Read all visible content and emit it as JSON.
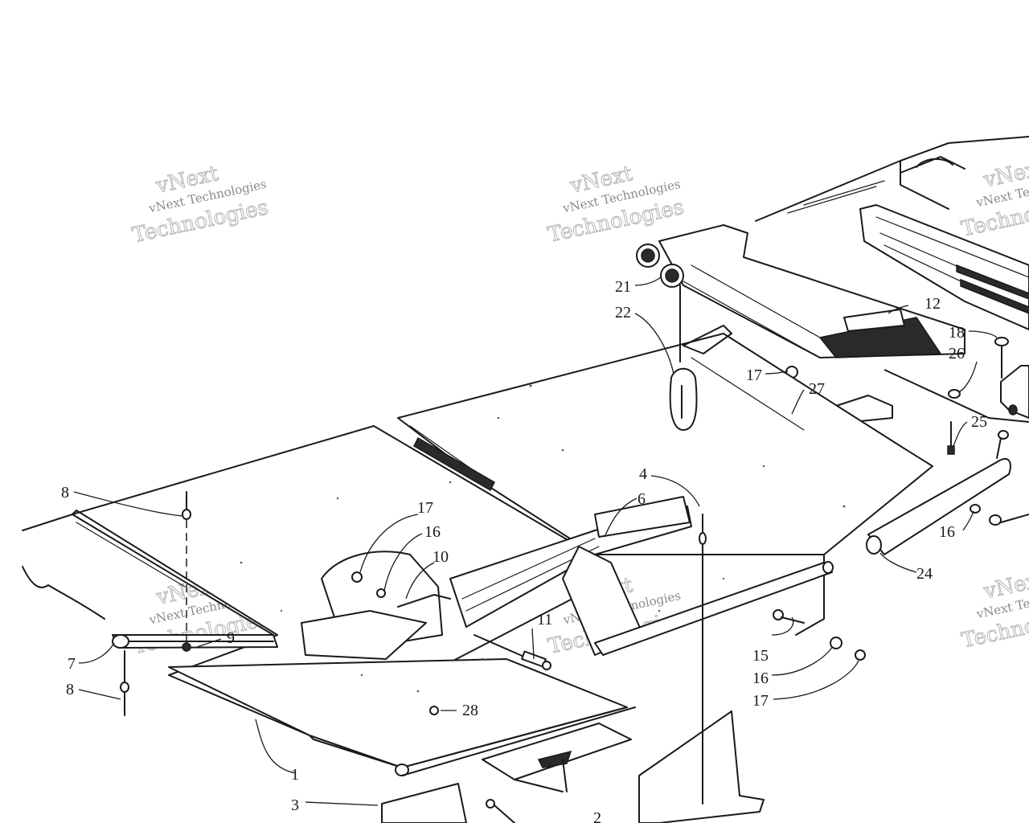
{
  "watermark": {
    "line1": "vNext Technologies",
    "line2": "Technologies",
    "line3": "vNext"
  },
  "callouts": {
    "c1": "1",
    "c2": "2",
    "c3": "3",
    "c4": "4",
    "c6": "6",
    "c7": "7",
    "c8a": "8",
    "c8b": "8",
    "c9": "9",
    "c10": "10",
    "c11": "11",
    "c12": "12",
    "c15": "15",
    "c16a": "16",
    "c16b": "16",
    "c16c": "16",
    "c17a": "17",
    "c17b": "17",
    "c17c": "17",
    "c18": "18",
    "c21": "21",
    "c22": "22",
    "c24": "24",
    "c25": "25",
    "c26": "26",
    "c27": "27",
    "c28": "28"
  },
  "colors": {
    "ink": "#1a1a1a",
    "paper": "#ffffff",
    "watermark": "#8a8a8a"
  }
}
